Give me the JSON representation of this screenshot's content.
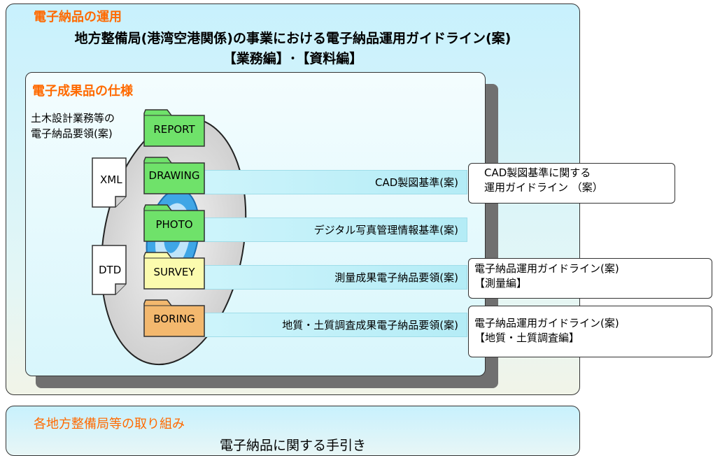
{
  "outer": {
    "title": "電子納品の運用",
    "subtitle_line1": "地方整備局(港湾空港関係)の事業における電子納品運用ガイドライン(案)",
    "subtitle_line2": "【業務編】･【資料編】"
  },
  "inner": {
    "title": "電子成果品の仕様",
    "manual_line1": "土木設計業務等の",
    "manual_line2": "電子納品要領(案)"
  },
  "documents": {
    "xml": "XML",
    "dtd": "DTD"
  },
  "folders": [
    {
      "label": "REPORT",
      "color": "#6fe26a"
    },
    {
      "label": "DRAWING",
      "color": "#6fe26a"
    },
    {
      "label": "PHOTO",
      "color": "#6fe26a"
    },
    {
      "label": "SURVEY",
      "color": "#fbfbae"
    },
    {
      "label": "BORING",
      "color": "#f3b86e"
    }
  ],
  "bands": [
    {
      "label": "CAD製図基準(案)"
    },
    {
      "label": "デジタル写真管理情報基準(案)"
    },
    {
      "label": "測量成果電子納品要領(案)"
    },
    {
      "label": "地質・土質調査成果電子納品要領(案)"
    }
  ],
  "callouts": {
    "cad_line1": "CAD製図基準に関する",
    "cad_line2": "運用ガイドライン （案）",
    "survey_line1": "電子納品運用ガイドライン(案)",
    "survey_line2": "【測量編】",
    "boring_line1": "電子納品運用ガイドライン(案)",
    "boring_line2": "【地質・土質調査編】"
  },
  "bottom": {
    "title": "各地方整備局等の取り組み",
    "text": "電子納品に関する手引き"
  },
  "colors": {
    "accent": "#ff6a00",
    "disc": "#d4d4d4",
    "disc_ring": "#3fa6e6"
  }
}
